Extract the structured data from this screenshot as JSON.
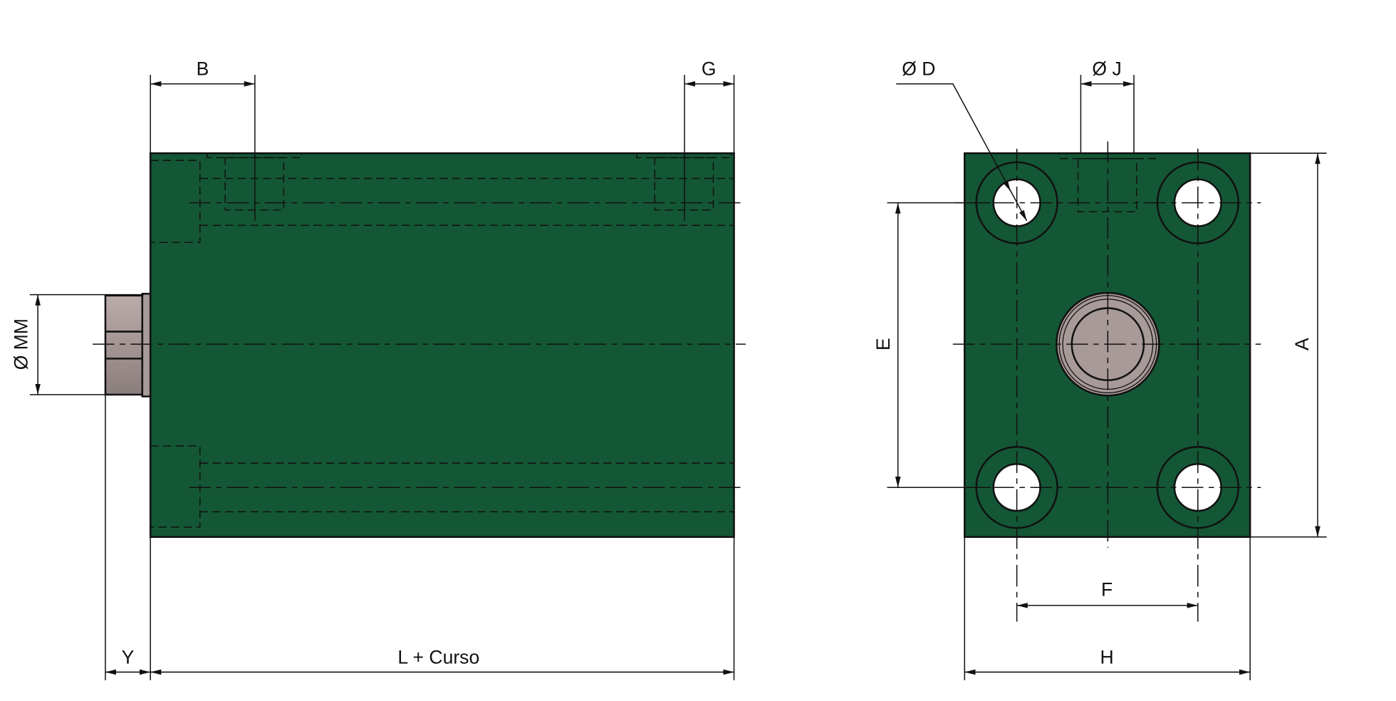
{
  "labels": {
    "B": "B",
    "G": "G",
    "MM": "Ø MM",
    "Y": "Y",
    "L": "L + Curso",
    "D": "Ø D",
    "J": "Ø J",
    "E": "E",
    "A": "A",
    "F": "F",
    "H": "H"
  },
  "colors": {
    "body": "#145736",
    "rod": "#a99b99",
    "line": "#111111"
  }
}
